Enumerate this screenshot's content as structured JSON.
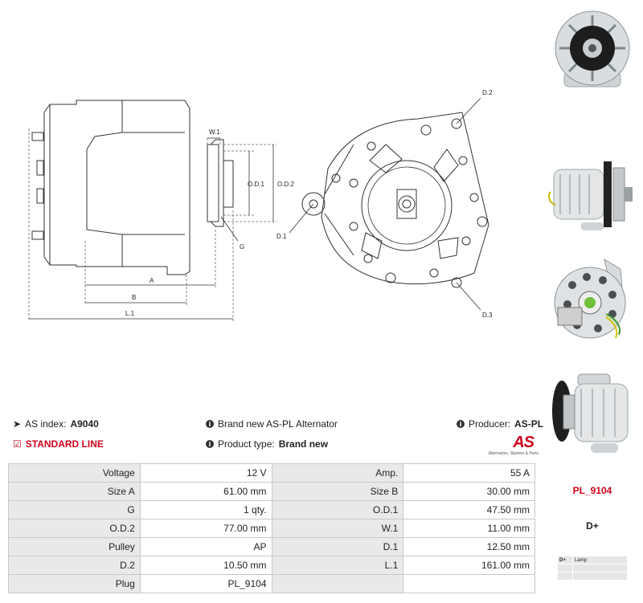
{
  "drawing_labels": {
    "w1": "W.1",
    "od1": "O.D.1",
    "od2": "O.D.2",
    "g": "G",
    "a": "A",
    "b": "B",
    "l1": "L.1",
    "d1": "D.1",
    "d2": "D.2",
    "d3": "D.3"
  },
  "info": {
    "as_index_label": "AS index:",
    "as_index_value": "A9040",
    "description": "Brand new AS-PL Alternator",
    "producer_label": "Producer:",
    "producer_value": "AS-PL",
    "line": "STANDARD LINE",
    "product_type_label": "Product type:",
    "product_type_value": "Brand new"
  },
  "logo": {
    "text": "AS",
    "tagline": "Alternators, Starters & Parts",
    "color": "#d0021b"
  },
  "spec_rows": [
    {
      "k1": "Voltage",
      "v1": "12 V",
      "k2": "Amp.",
      "v2": "55 A"
    },
    {
      "k1": "Size A",
      "v1": "61.00 mm",
      "k2": "Size B",
      "v2": "30.00 mm"
    },
    {
      "k1": "G",
      "v1": "1 qty.",
      "k2": "O.D.1",
      "v2": "47.50 mm"
    },
    {
      "k1": "O.D.2",
      "v1": "77.00 mm",
      "k2": "W.1",
      "v2": "11.00 mm"
    },
    {
      "k1": "Pulley",
      "v1": "AP",
      "k2": "D.1",
      "v2": "12.50 mm"
    },
    {
      "k1": "D.2",
      "v1": "10.50 mm",
      "k2": "L.1",
      "v2": "161.00 mm"
    },
    {
      "k1": "Plug",
      "v1": "PL_9104",
      "k2": "",
      "v2": ""
    }
  ],
  "plug": {
    "code": "PL_9104",
    "terminal": "D+",
    "pins": [
      {
        "pin": "D+",
        "desc": "Lamp"
      },
      {
        "pin": "",
        "desc": ""
      },
      {
        "pin": "",
        "desc": ""
      }
    ]
  },
  "icons": {
    "tag": "tag-icon",
    "info": "info-icon",
    "check": "checkbox-icon"
  },
  "colors": {
    "accent": "#d0021b",
    "key_cell": "#e9e9e9",
    "border": "#c8c8c8"
  }
}
